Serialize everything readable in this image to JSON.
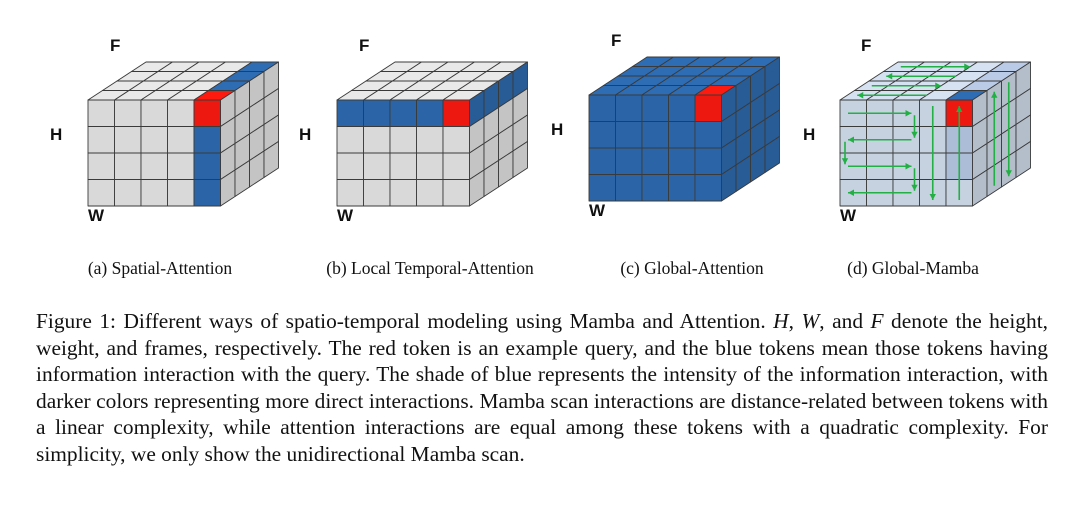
{
  "panels": [
    {
      "id": "spatial",
      "caption": "(a) Spatial-Attention",
      "labels": {
        "f": "F",
        "h": "H",
        "w": "W"
      },
      "base_fill": "#e9e9e9",
      "highlight_fill": "#2e6db4",
      "query_fill": "#ff1a10",
      "highlights": {
        "top": [
          [
            0,
            4
          ],
          [
            1,
            4
          ],
          [
            2,
            4
          ],
          [
            3,
            4
          ]
        ],
        "front": [
          [
            0,
            4
          ],
          [
            1,
            4
          ],
          [
            2,
            4
          ],
          [
            3,
            4
          ]
        ],
        "side": []
      },
      "query": {
        "top": [
          [
            3,
            4
          ]
        ],
        "front": [
          [
            0,
            4
          ]
        ],
        "side": []
      },
      "arrows": false
    },
    {
      "id": "local-temporal",
      "caption": "(b) Local Temporal-Attention",
      "labels": {
        "f": "F",
        "h": "H",
        "w": "W"
      },
      "base_fill": "#e9e9e9",
      "highlight_fill": "#2e6db4",
      "query_fill": "#ff1a10",
      "highlights": {
        "top": [],
        "front": [
          [
            0,
            0
          ],
          [
            0,
            1
          ],
          [
            0,
            2
          ],
          [
            0,
            3
          ],
          [
            0,
            4
          ]
        ],
        "side": [
          [
            0,
            0
          ],
          [
            0,
            1
          ],
          [
            0,
            2
          ],
          [
            0,
            3
          ]
        ]
      },
      "query": {
        "top": [],
        "front": [
          [
            0,
            4
          ]
        ],
        "side": []
      },
      "arrows": false
    },
    {
      "id": "global-attention",
      "caption": "(c) Global-Attention",
      "labels": {
        "f": "F",
        "h": "H",
        "w": "W"
      },
      "base_fill": "#2e6db4",
      "highlight_fill": "#2e6db4",
      "query_fill": "#ff1a10",
      "highlights": {
        "top": [],
        "front": [],
        "side": []
      },
      "query": {
        "top": [
          [
            3,
            4
          ]
        ],
        "front": [
          [
            0,
            4
          ]
        ],
        "side": []
      },
      "arrows": false
    },
    {
      "id": "global-mamba",
      "caption": "(d) Global-Mamba",
      "labels": {
        "f": "F",
        "h": "H",
        "w": "W"
      },
      "base_fill": "#d6e2f2",
      "highlight_fill": "#b9cbe7",
      "dark_fill": "#2e6db4",
      "query_fill": "#ff1a10",
      "highlights": {
        "top": [
          [
            0,
            4
          ],
          [
            1,
            4
          ],
          [
            2,
            4
          ]
        ],
        "front": [
          [
            1,
            4
          ],
          [
            2,
            4
          ]
        ],
        "side": []
      },
      "dark": {
        "top": [
          [
            3,
            4
          ]
        ],
        "front": [],
        "side": []
      },
      "query": {
        "top": [],
        "front": [
          [
            0,
            4
          ]
        ],
        "side": []
      },
      "arrows": true,
      "arrow_color": "#22b045"
    }
  ],
  "caption": {
    "prefix": "Figure 1: Different ways of spatio-temporal modeling using Mamba and Attention. ",
    "var_h": "H",
    "sep1": ", ",
    "var_w": "W",
    "sep2": ", and ",
    "var_f": "F",
    "body": " denote the height, weight, and frames, respectively. The red token is an example query, and the blue tokens mean those tokens having information interaction with the query. The shade of blue represents the intensity of the information interaction, with darker colors representing more direct interactions. Mamba scan interactions are distance-related between tokens with a linear complexity, while attention interactions are equal among these tokens with a quadratic complexity. For simplicity, we only show the unidirectional Mamba scan."
  }
}
